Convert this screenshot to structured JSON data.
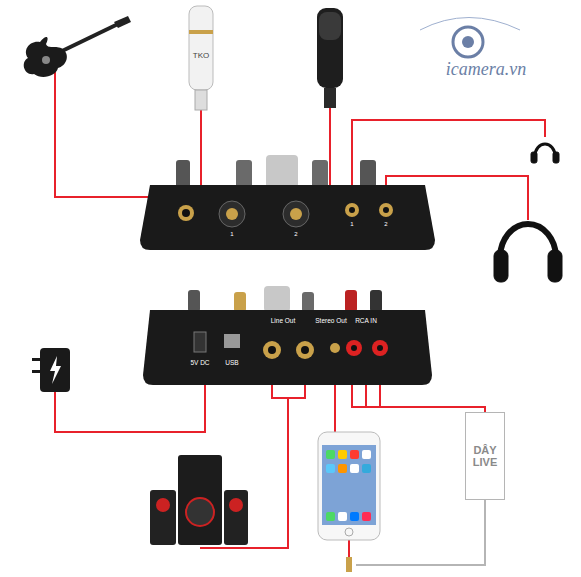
{
  "diagram": {
    "nodes": [
      {
        "text": [
          "5V DC",
          "USB",
          "Line Out",
          "Stereo Out",
          "RCA IN"
        ]
      },
      {
        "text": [
          "DÂY LIVE"
        ]
      }
    ],
    "edges": [
      {
        "from": 0,
        "to": 1,
        "arrow": "none"
      }
    ],
    "labels": [
      "TKO",
      "1",
      "2",
      "1",
      "2",
      "icamera.vn"
    ]
  }
}
